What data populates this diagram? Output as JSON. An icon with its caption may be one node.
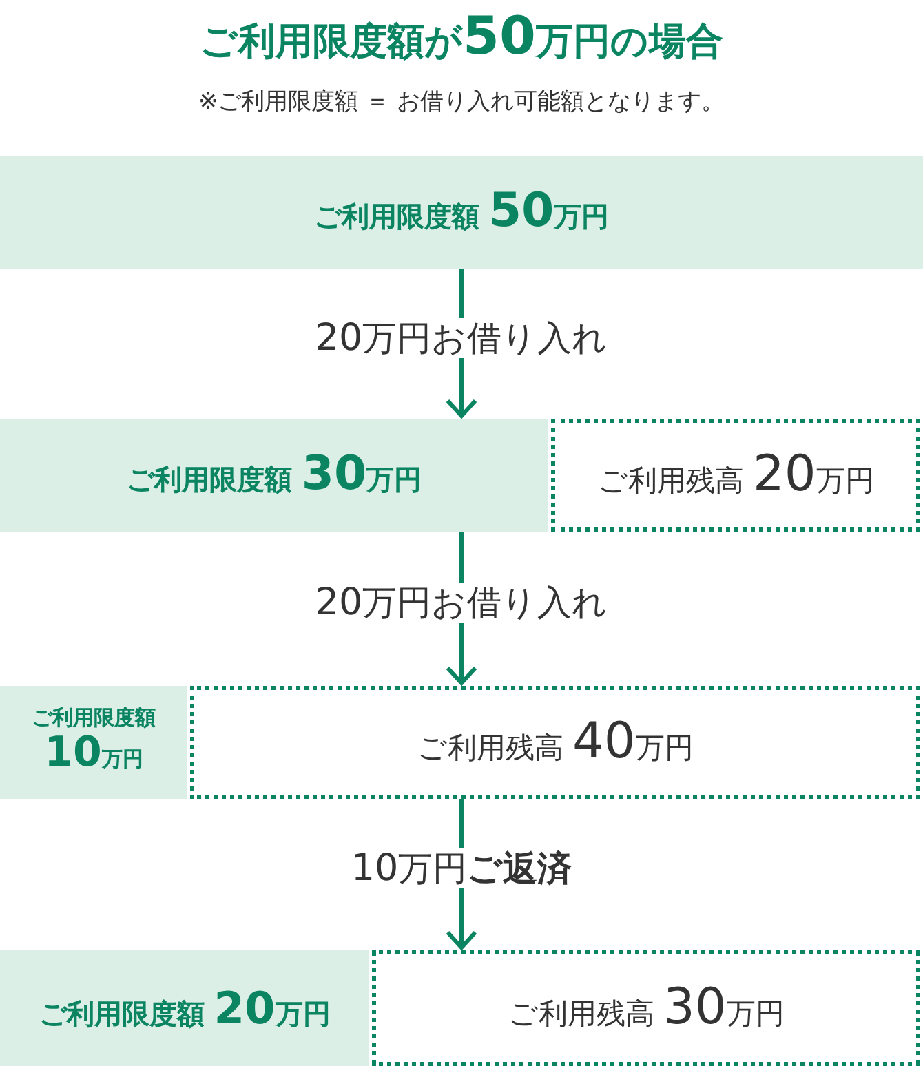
{
  "diagram": {
    "title": "ご利用限度額が50万円の場合",
    "nodes": [
      {
        "text": [
          "ご利用限度額 50万円"
        ]
      },
      {
        "text": [
          "ご利用限度額 30万円"
        ]
      },
      {
        "text": [
          "ご利用残高 20万円"
        ]
      },
      {
        "text": [
          "ご利用限度額 10万円"
        ]
      },
      {
        "text": [
          "ご利用残高 40万円"
        ]
      },
      {
        "text": [
          "ご利用限度額 20万円"
        ]
      },
      {
        "text": [
          "ご利用残高 30万円"
        ]
      }
    ],
    "edges": [
      {
        "from": 0,
        "to": 1,
        "arrow": "to",
        "label": "20万円お借り入れ"
      },
      {
        "from": 1,
        "to": 4,
        "arrow": "to",
        "label": "20万円お借り入れ"
      },
      {
        "from": 4,
        "to": 6,
        "arrow": "to",
        "label": "10万円**ご返済**"
      }
    ],
    "labels": [
      "※ご利用限度額 ＝ お借り入れ可能額となります。"
    ]
  }
}
